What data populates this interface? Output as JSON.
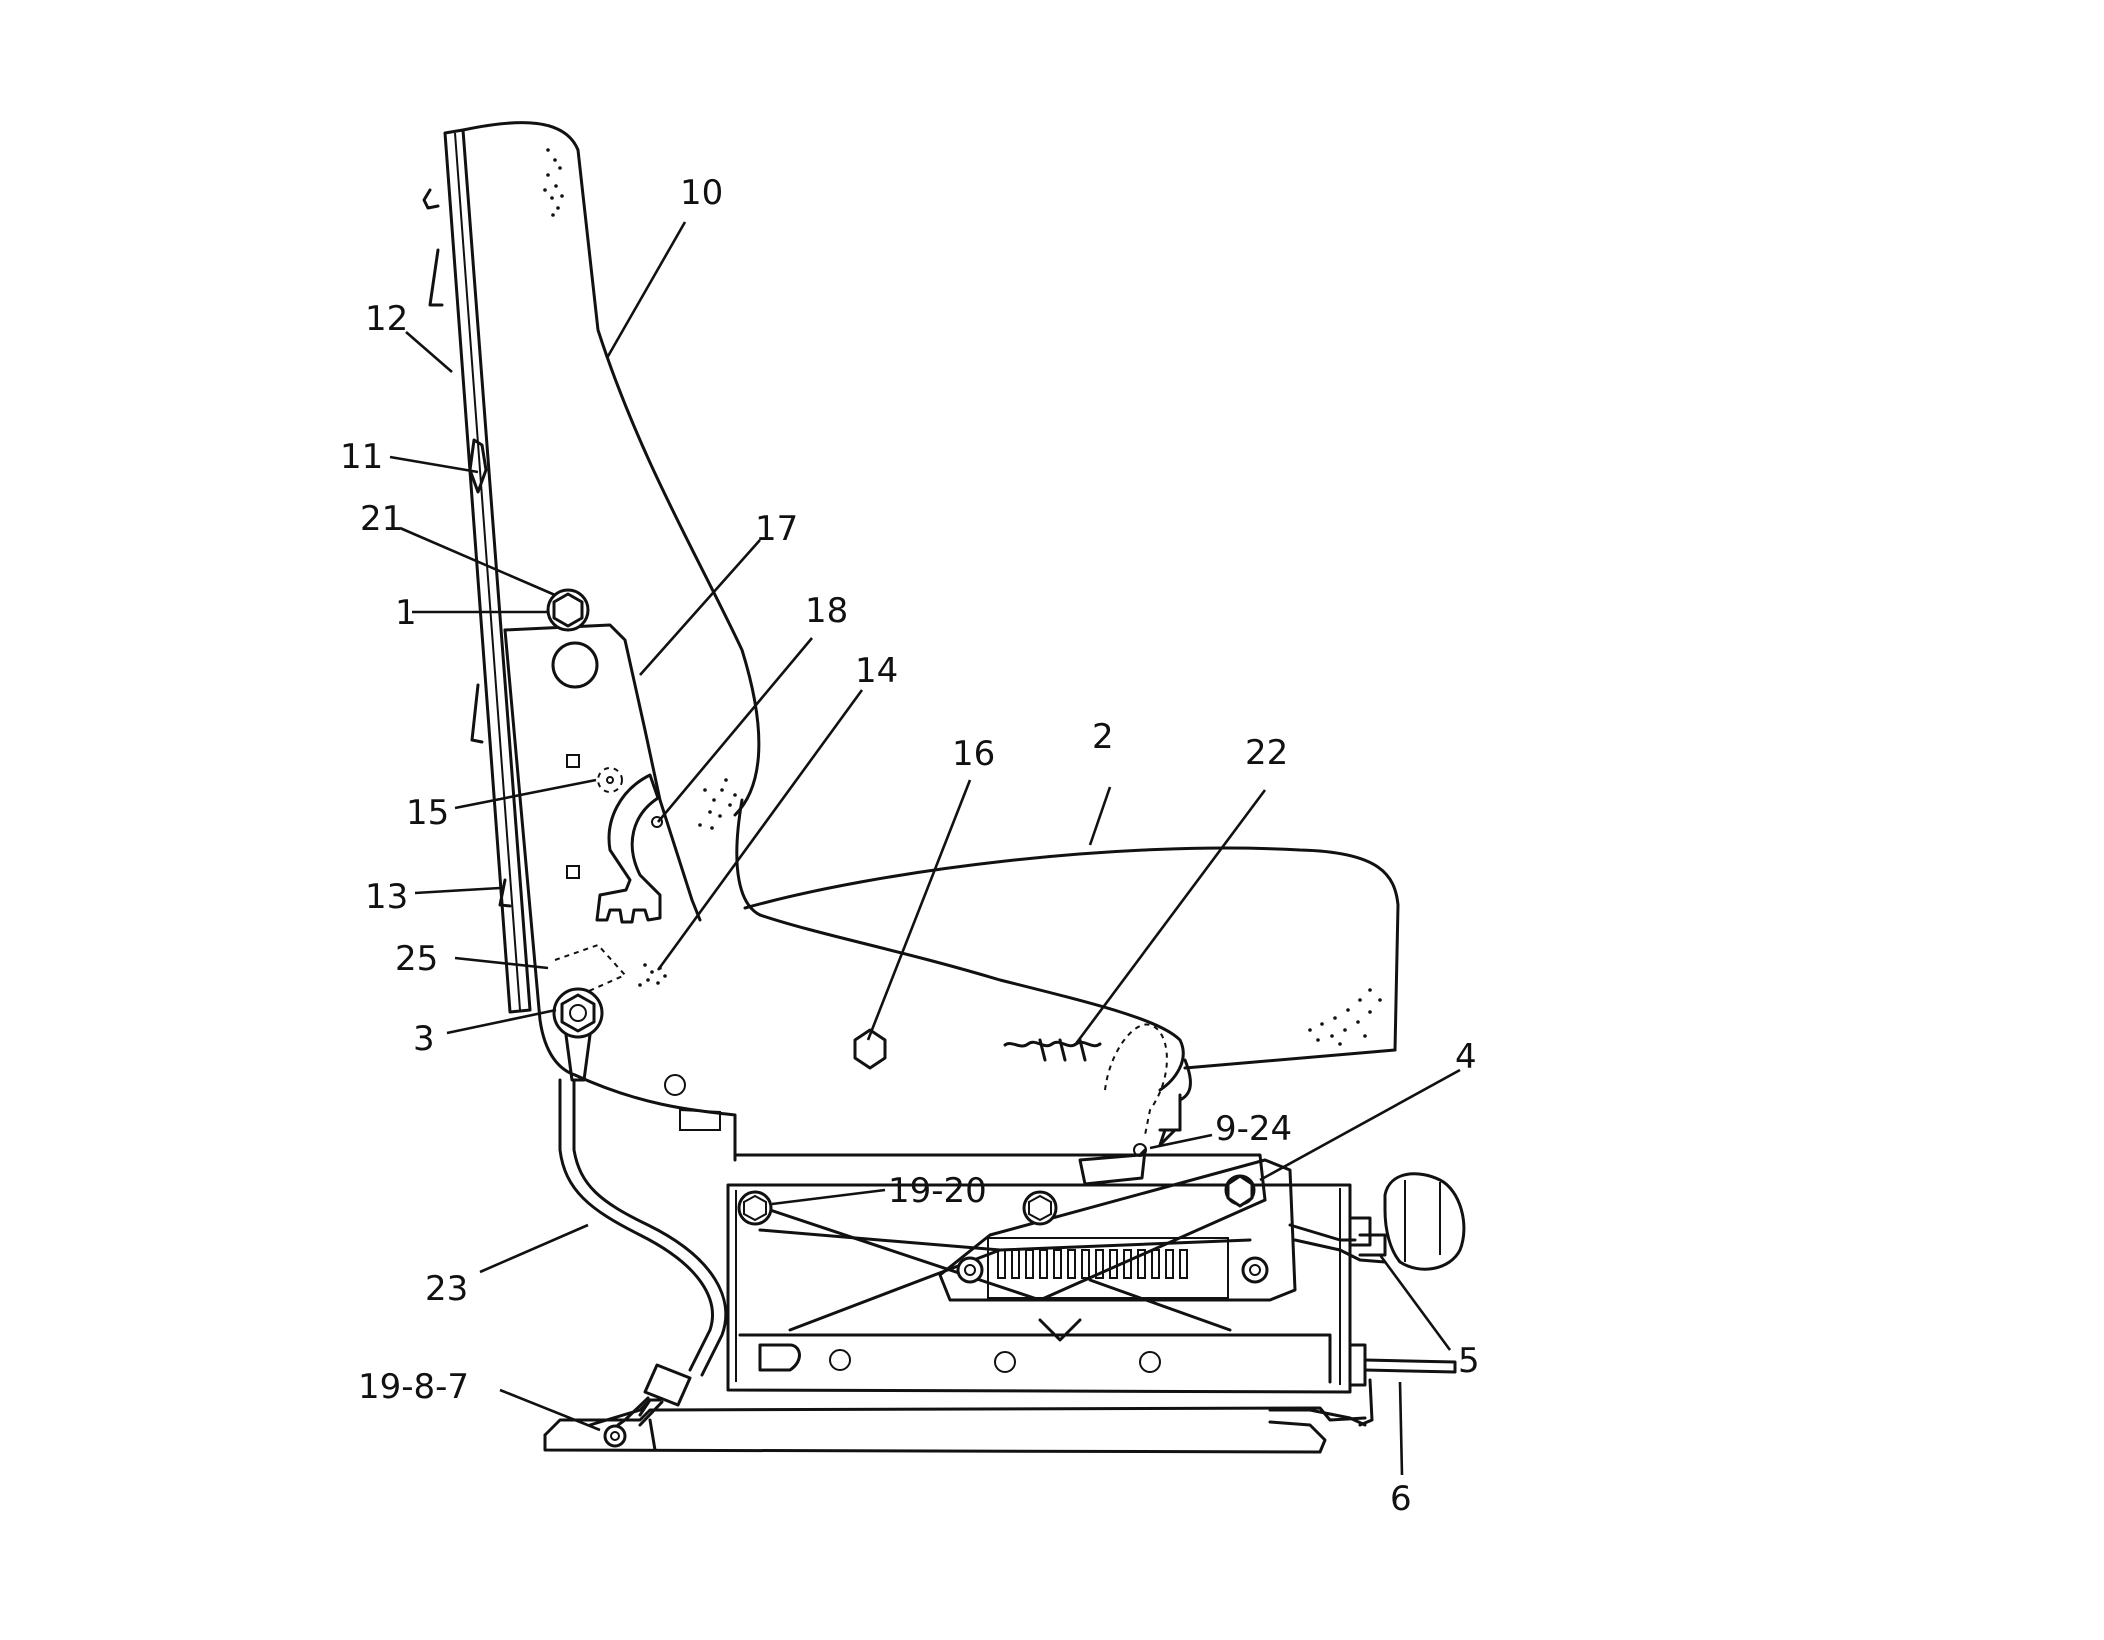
{
  "diagram": {
    "callouts": [
      {
        "id": "c10",
        "text": "10"
      },
      {
        "id": "c12",
        "text": "12"
      },
      {
        "id": "c11",
        "text": "11"
      },
      {
        "id": "c21",
        "text": "21"
      },
      {
        "id": "c1",
        "text": "1"
      },
      {
        "id": "c17",
        "text": "17"
      },
      {
        "id": "c18",
        "text": "18"
      },
      {
        "id": "c14",
        "text": "14"
      },
      {
        "id": "c16",
        "text": "16"
      },
      {
        "id": "c2",
        "text": "2"
      },
      {
        "id": "c22",
        "text": "22"
      },
      {
        "id": "c15",
        "text": "15"
      },
      {
        "id": "c13",
        "text": "13"
      },
      {
        "id": "c25",
        "text": "25"
      },
      {
        "id": "c3",
        "text": "3"
      },
      {
        "id": "c4",
        "text": "4"
      },
      {
        "id": "c924",
        "text": "9-24"
      },
      {
        "id": "c1920",
        "text": "19-20"
      },
      {
        "id": "c23",
        "text": "23"
      },
      {
        "id": "c5",
        "text": "5"
      },
      {
        "id": "c1987",
        "text": "19-8-7"
      },
      {
        "id": "c6",
        "text": "6"
      }
    ]
  }
}
